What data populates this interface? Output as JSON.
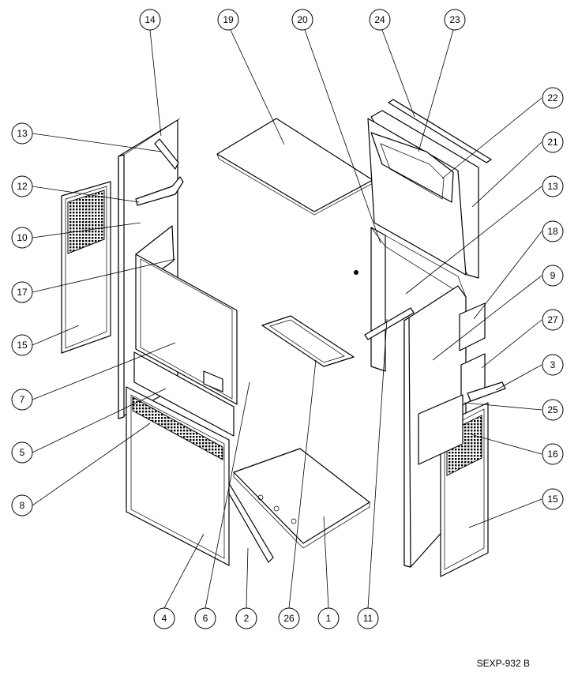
{
  "drawing": {
    "reference_code": "SEXP-932 B"
  },
  "callouts": [
    {
      "id": "c14",
      "label": "14"
    },
    {
      "id": "c19",
      "label": "19"
    },
    {
      "id": "c20",
      "label": "20"
    },
    {
      "id": "c24",
      "label": "24"
    },
    {
      "id": "c23",
      "label": "23"
    },
    {
      "id": "c22",
      "label": "22"
    },
    {
      "id": "c21",
      "label": "21"
    },
    {
      "id": "c13a",
      "label": "13"
    },
    {
      "id": "c13b",
      "label": "13"
    },
    {
      "id": "c12",
      "label": "12"
    },
    {
      "id": "c10",
      "label": "10"
    },
    {
      "id": "c17",
      "label": "17"
    },
    {
      "id": "c15a",
      "label": "15"
    },
    {
      "id": "c7",
      "label": "7"
    },
    {
      "id": "c5",
      "label": "5"
    },
    {
      "id": "c8",
      "label": "8"
    },
    {
      "id": "c18",
      "label": "18"
    },
    {
      "id": "c9",
      "label": "9"
    },
    {
      "id": "c27",
      "label": "27"
    },
    {
      "id": "c3",
      "label": "3"
    },
    {
      "id": "c25",
      "label": "25"
    },
    {
      "id": "c16",
      "label": "16"
    },
    {
      "id": "c15b",
      "label": "15"
    },
    {
      "id": "c4",
      "label": "4"
    },
    {
      "id": "c6",
      "label": "6"
    },
    {
      "id": "c2",
      "label": "2"
    },
    {
      "id": "c26",
      "label": "26"
    },
    {
      "id": "c1",
      "label": "1"
    },
    {
      "id": "c11",
      "label": "11"
    }
  ]
}
